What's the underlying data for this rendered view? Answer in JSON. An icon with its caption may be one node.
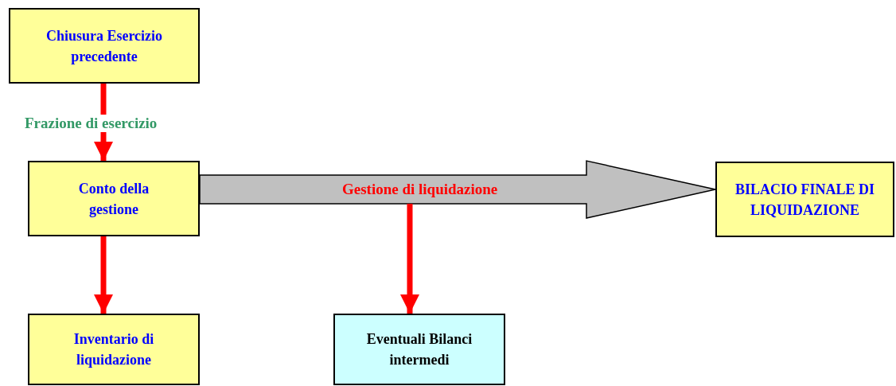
{
  "diagram": {
    "nodes": [
      {
        "text": [
          "Chiusura Esercizio precedente"
        ]
      },
      {
        "text": [
          "Conto della gestione"
        ]
      },
      {
        "text": [
          "BILACIO FINALE DI LIQUIDAZIONE"
        ]
      },
      {
        "text": [
          "Inventario di liquidazione"
        ]
      },
      {
        "text": [
          "Eventuali Bilanci intermedi"
        ]
      }
    ],
    "edges": [
      {
        "from": 0,
        "to": 1,
        "arrow": "to",
        "label": "Frazione di esercizio"
      },
      {
        "from": 1,
        "to": 2,
        "arrow": "to",
        "label": "Gestione di liquidazione",
        "style": "thick",
        "color": "#c0c0c0"
      },
      {
        "from": null,
        "to": 4,
        "arrow": "to"
      },
      {
        "from": 1,
        "to": 3,
        "arrow": "to"
      }
    ]
  }
}
